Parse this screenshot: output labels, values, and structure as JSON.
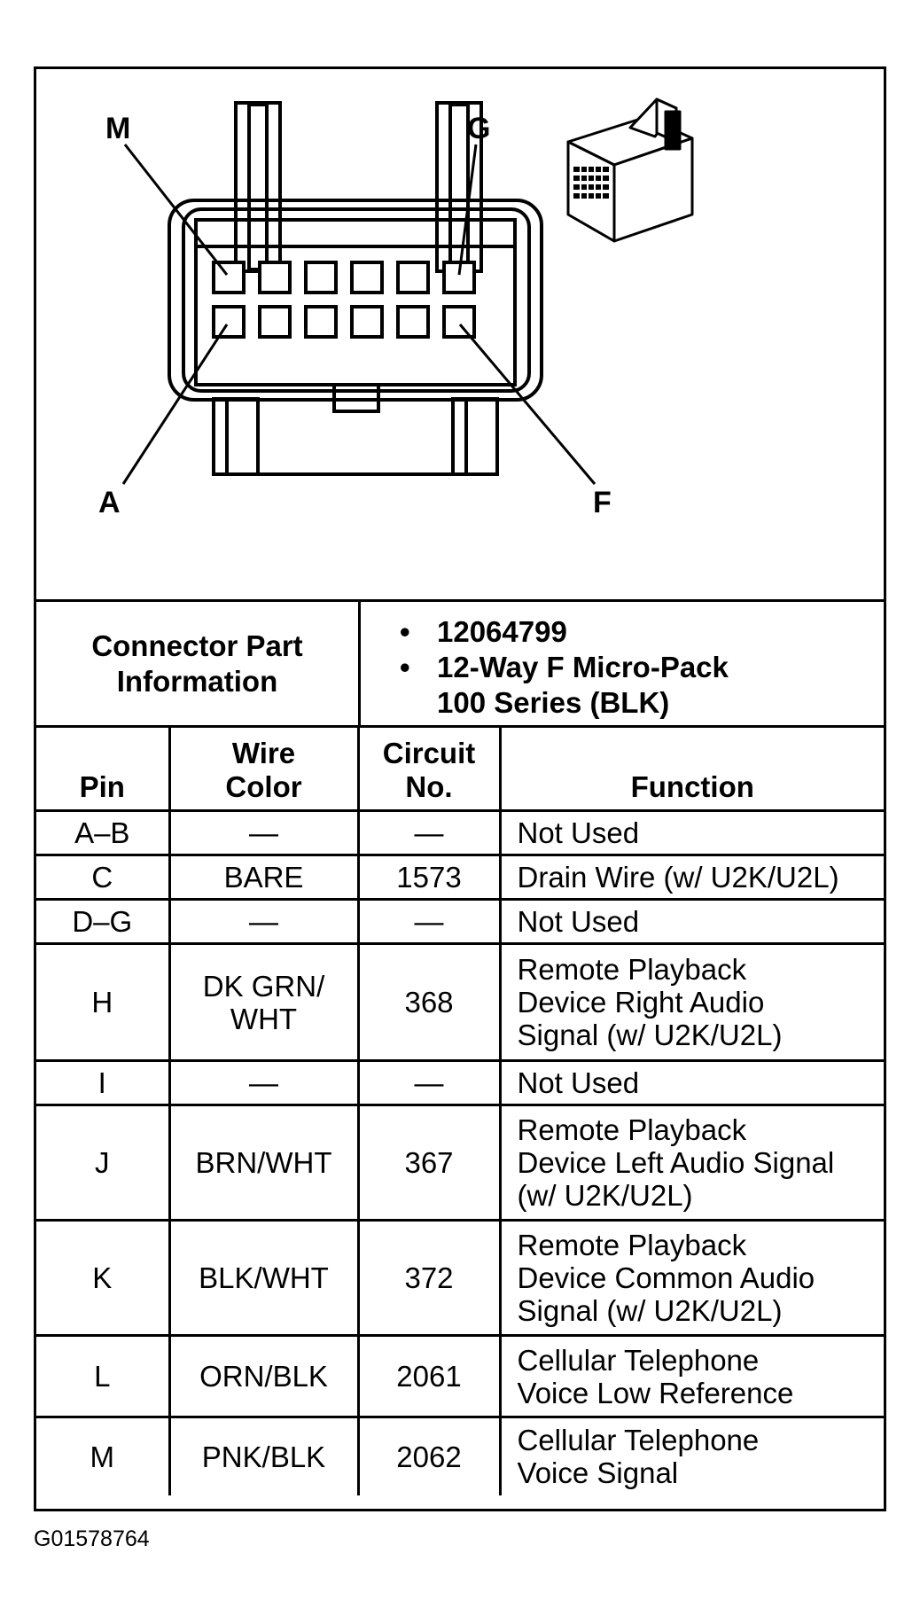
{
  "diagram": {
    "labels": {
      "m": "M",
      "g": "G",
      "a": "A",
      "f": "F"
    }
  },
  "connector_info": {
    "title_line1": "Connector Part",
    "title_line2": "Information",
    "items": [
      "12064799",
      "12-Way F Micro-Pack"
    ],
    "item2_line2": "100 Series (BLK)"
  },
  "table": {
    "headers": {
      "pin": "Pin",
      "wire_line1": "Wire",
      "wire_line2": "Color",
      "circuit_line1": "Circuit",
      "circuit_line2": "No.",
      "function": "Function"
    },
    "rows": [
      {
        "pin": "A–B",
        "wire": [
          "—"
        ],
        "circuit": "—",
        "function": [
          "Not Used"
        ]
      },
      {
        "pin": "C",
        "wire": [
          "BARE"
        ],
        "circuit": "1573",
        "function": [
          "Drain Wire (w/ U2K/U2L)"
        ]
      },
      {
        "pin": "D–G",
        "wire": [
          "—"
        ],
        "circuit": "—",
        "function": [
          "Not Used"
        ]
      },
      {
        "pin": "H",
        "wire": [
          "DK GRN/",
          "WHT"
        ],
        "circuit": "368",
        "function": [
          "Remote Playback",
          "Device Right Audio",
          "Signal (w/ U2K/U2L)"
        ]
      },
      {
        "pin": "I",
        "wire": [
          "—"
        ],
        "circuit": "—",
        "function": [
          "Not Used"
        ]
      },
      {
        "pin": "J",
        "wire": [
          "BRN/WHT"
        ],
        "circuit": "367",
        "function": [
          "Remote Playback",
          "Device Left Audio Signal",
          "(w/ U2K/U2L)"
        ]
      },
      {
        "pin": "K",
        "wire": [
          "BLK/WHT"
        ],
        "circuit": "372",
        "function": [
          "Remote Playback",
          "Device Common Audio",
          "Signal (w/ U2K/U2L)"
        ]
      },
      {
        "pin": "L",
        "wire": [
          "ORN/BLK"
        ],
        "circuit": "2061",
        "function": [
          "Cellular Telephone",
          "Voice Low Reference"
        ]
      },
      {
        "pin": "M",
        "wire": [
          "PNK/BLK"
        ],
        "circuit": "2062",
        "function": [
          "Cellular Telephone",
          "Voice Signal"
        ]
      }
    ]
  },
  "caption": "G01578764"
}
